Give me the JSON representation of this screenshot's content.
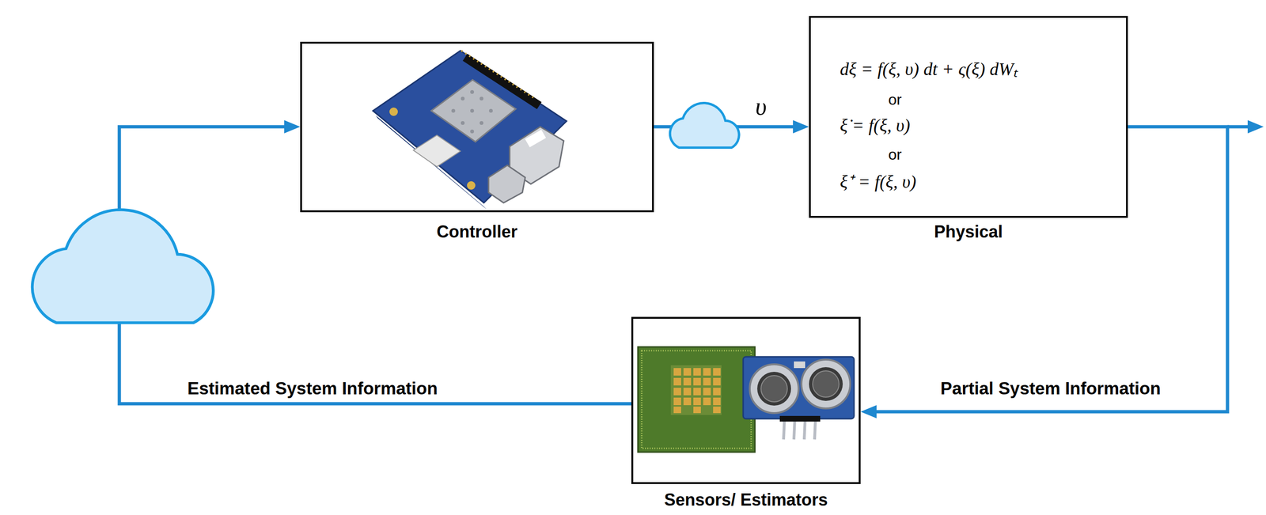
{
  "diagram": {
    "nodes": [
      {
        "text": [
          "Controller"
        ]
      },
      {
        "text": [
          "dξ = f(ξ, υ) dt + ς(ξ) dWₜ",
          "or",
          "ξ̇ = f(ξ, υ)",
          "or",
          "ξ⁺ = f(ξ, υ)",
          "Physical"
        ]
      },
      {
        "text": [
          "Sensors/ Estimators"
        ]
      }
    ],
    "edges": [
      {
        "from": 0,
        "to": 1,
        "arrow": "to",
        "label": "υ"
      },
      {
        "from": 1,
        "to": 2,
        "arrow": "to",
        "label": "Partial System Information"
      },
      {
        "from": 2,
        "to": 0,
        "arrow": "to",
        "label": "Estimated System Information"
      }
    ]
  }
}
